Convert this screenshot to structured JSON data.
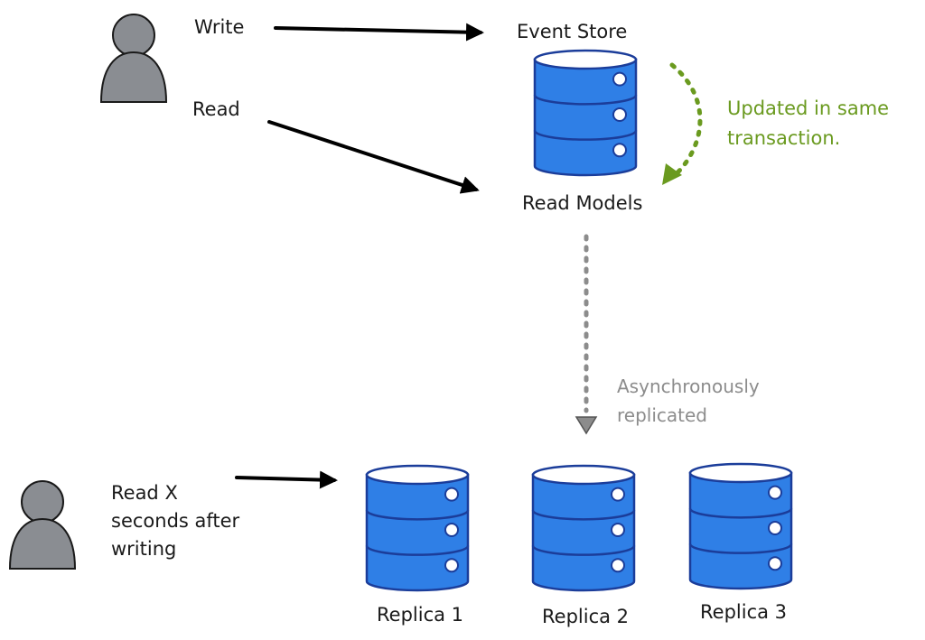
{
  "colors": {
    "database_fill": "#2f7fe6",
    "database_stroke": "#1b3d9a",
    "person_fill": "#8a8d92",
    "arrow": "#000000",
    "annotation_green": "#6a9a1f",
    "annotation_gray": "#8c8c8c"
  },
  "actors": {
    "top_user": {
      "icon": "person-icon"
    },
    "bottom_user": {
      "icon": "person-icon"
    }
  },
  "labels": {
    "write": "Write",
    "read": "Read",
    "event_store": "Event Store",
    "read_models": "Read Models",
    "updated_line1": "Updated in same",
    "updated_line2": "transaction.",
    "async_line1": "Asynchronously",
    "async_line2": "replicated",
    "read_x_line1": "Read X",
    "read_x_line2": "seconds after",
    "read_x_line3": "writing"
  },
  "replicas": [
    {
      "label": "Replica 1"
    },
    {
      "label": "Replica 2"
    },
    {
      "label": "Replica 3"
    }
  ]
}
